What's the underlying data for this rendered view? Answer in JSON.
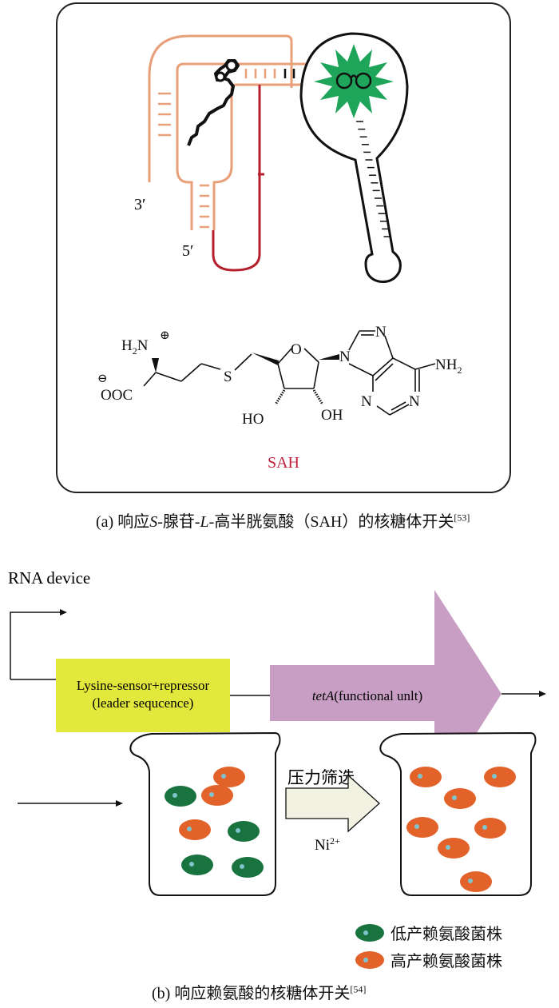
{
  "panel_a": {
    "labels": {
      "three_prime": "3′",
      "five_prime": "5′"
    },
    "molecule": {
      "name": "SAH",
      "atoms": {
        "h2n": "H",
        "h2n_sub": "2",
        "h2n_n": "N",
        "plus": "⊕",
        "minus": "⊖",
        "ooc": "OOC",
        "s": "S",
        "o_ring": "O",
        "n9": "N",
        "n7": "N",
        "nh2": "NH",
        "nh2_sub": "2",
        "n1": "N",
        "n3": "N",
        "ho": "HO",
        "oh": "OH"
      }
    },
    "colors": {
      "rna_strand": "#e8a07a",
      "loop_strand": "#b5202c",
      "fluorophore": "#1ea55a",
      "sah_label": "#c0203a"
    },
    "caption": {
      "prefix": "(a) 响应",
      "s_italic": "S",
      "mid1": "-腺苷-",
      "l_italic": "L",
      "mid2": "-高半胱氨酸（SAH）的核糖体开关",
      "ref": "[53]"
    }
  },
  "panel_b": {
    "device_label": "RNA device",
    "sensor_box": {
      "line1": "Lysine-sensor+repressor",
      "line2": "(leader sequcence)",
      "color": "#e3e83c"
    },
    "gene_arrow": {
      "gene_italic": "tetA",
      "text": "(functional unlt)",
      "color": "#c89ec4"
    },
    "selection": {
      "label_top": "压力筛选",
      "label_bottom": "Ni",
      "label_bottom_sup": "2+",
      "arrow_color": "#f1f2e2"
    },
    "beaker_before": {
      "cells": [
        "high",
        "low",
        "high",
        "high",
        "low",
        "low",
        "low"
      ]
    },
    "beaker_after": {
      "cells": [
        "high",
        "high",
        "high",
        "high",
        "high",
        "high",
        "high"
      ]
    },
    "legend": [
      {
        "label": "低产赖氨酸菌株",
        "color": "#18733f"
      },
      {
        "label": "高产赖氨酸菌株",
        "color": "#e2622a"
      }
    ],
    "caption": {
      "text": "(b) 响应赖氨酸的核糖体开关",
      "ref": "[54]"
    }
  }
}
